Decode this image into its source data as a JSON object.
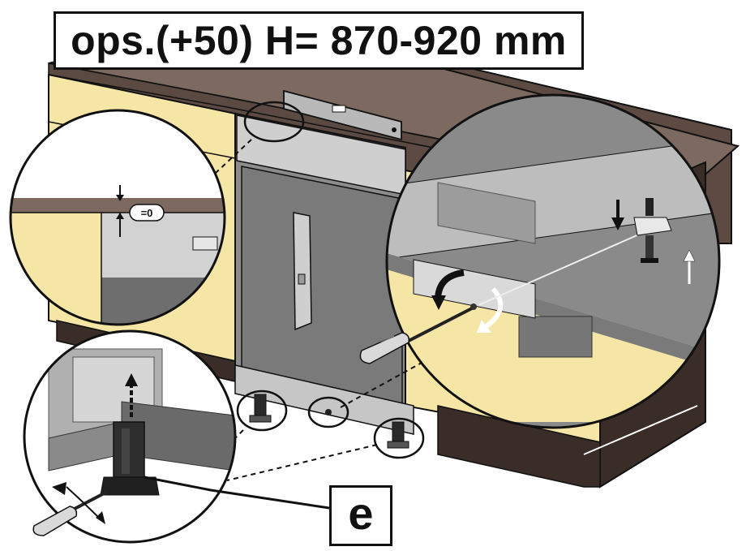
{
  "title": "ops.(+50) H= 870-920 mm",
  "gap_label": "=0",
  "callout_label": "e",
  "colors": {
    "countertop": "#7c6a60",
    "countertop_dark": "#5a4a42",
    "cabinet_front": "#f6e6a6",
    "cabinet_side": "#3a2c26",
    "appliance": "#8c8c8c",
    "appliance_dark": "#6e6e6e",
    "outline": "#111111"
  },
  "icons": [
    "level-tool-icon",
    "screwdriver-icon",
    "rotation-arrow-icon",
    "up-arrow-icon",
    "down-arrow-icon",
    "adjustable-foot-icon"
  ]
}
